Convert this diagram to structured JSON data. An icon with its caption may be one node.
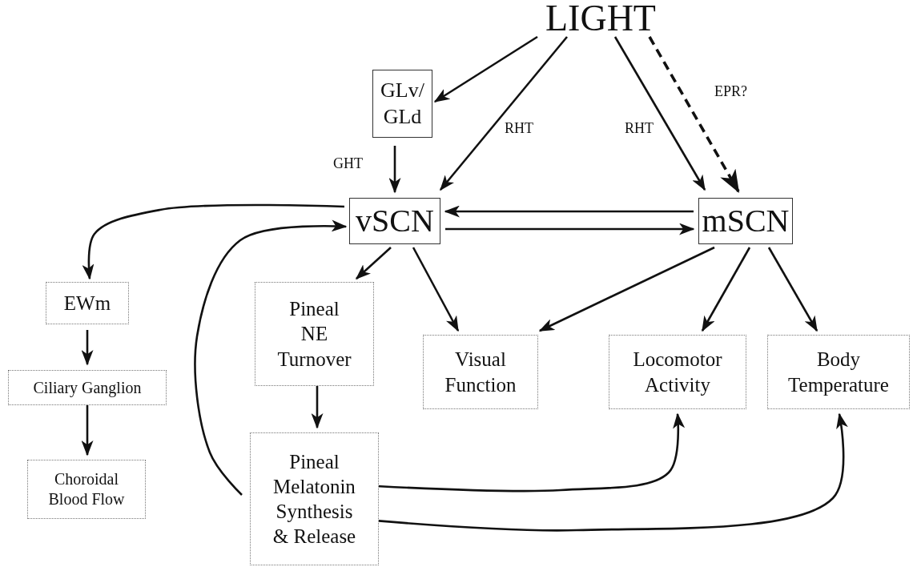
{
  "diagram": {
    "nodes": [
      {
        "text": [
          "LIGHT"
        ]
      },
      {
        "text": [
          "GLv/ GLd"
        ]
      },
      {
        "text": [
          "vSCN"
        ]
      },
      {
        "text": [
          "mSCN"
        ]
      },
      {
        "text": [
          "EWm"
        ]
      },
      {
        "text": [
          "Ciliary Ganglion"
        ]
      },
      {
        "text": [
          "Choroidal Blood Flow"
        ]
      },
      {
        "text": [
          "Pineal NE Turnover"
        ]
      },
      {
        "text": [
          "Visual Function"
        ]
      },
      {
        "text": [
          "Locomotor Activity"
        ]
      },
      {
        "text": [
          "Body Temperature"
        ]
      },
      {
        "text": [
          "Pineal Melatonin Synthesis & Release"
        ]
      }
    ],
    "edges": [
      {
        "from": 0,
        "to": 1,
        "arrow": "to"
      },
      {
        "from": 0,
        "to": 2,
        "arrow": "to",
        "label": "RHT"
      },
      {
        "from": 0,
        "to": 3,
        "arrow": "to",
        "label": "RHT"
      },
      {
        "from": 0,
        "to": 3,
        "arrow": "to",
        "style": "dashed",
        "label": "EPR?"
      },
      {
        "from": 1,
        "to": 2,
        "arrow": "to",
        "label": "GHT"
      },
      {
        "from": 3,
        "to": 2,
        "arrow": "to"
      },
      {
        "from": 2,
        "to": 3,
        "arrow": "to"
      },
      {
        "from": 2,
        "to": 4,
        "arrow": "to"
      },
      {
        "from": 2,
        "to": 7,
        "arrow": "to"
      },
      {
        "from": 2,
        "to": 8,
        "arrow": "to"
      },
      {
        "from": 3,
        "to": 8,
        "arrow": "to"
      },
      {
        "from": 3,
        "to": 9,
        "arrow": "to"
      },
      {
        "from": 3,
        "to": 10,
        "arrow": "to"
      },
      {
        "from": 4,
        "to": 5,
        "arrow": "to"
      },
      {
        "from": 5,
        "to": 6,
        "arrow": "to"
      },
      {
        "from": 7,
        "to": 11,
        "arrow": "to"
      },
      {
        "from": 11,
        "to": 2,
        "arrow": "to"
      },
      {
        "from": 11,
        "to": 9,
        "arrow": "to"
      },
      {
        "from": 11,
        "to": 10,
        "arrow": "to"
      }
    ]
  }
}
